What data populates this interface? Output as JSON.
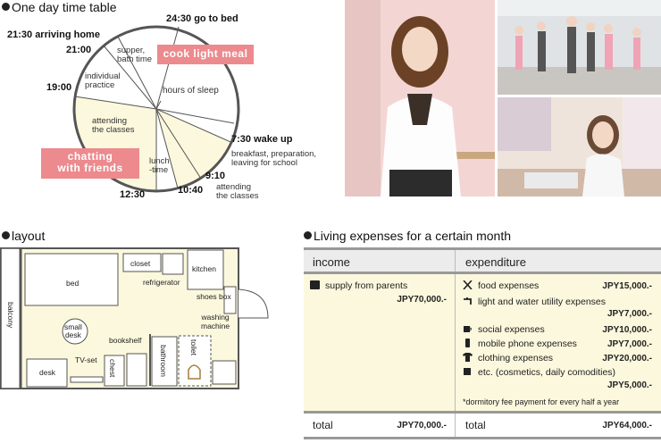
{
  "timetable": {
    "title": "One day time table",
    "times": {
      "t2430": "24:30 go to bed",
      "t2130": "21:30 arriving home",
      "t2100": "21:00",
      "t1900": "19:00",
      "t730": "7:30 wake up",
      "t910": "9:10",
      "t1040": "10:40",
      "t1230": "12:30"
    },
    "segments": {
      "supper": "supper,\nbath time",
      "practice": "individual\npractice",
      "sleep": "hours of sleep",
      "classes1": "attending\nthe classes",
      "lunch": "lunch\n-time",
      "breakfast": "breakfast, preparation,\nleaving for school",
      "classes2": "attending\nthe classes"
    },
    "tags": {
      "cook": "cook light meal",
      "chat": "chatting\nwith friends"
    },
    "colors": {
      "highlight": "#fbf8dd",
      "tag": "#ec8a8e"
    }
  },
  "layout": {
    "title": "layout",
    "rooms": {
      "bed": "bed",
      "closet": "closet",
      "kitchen": "kitchen",
      "refrigerator": "refrigerator",
      "shoes_box": "shoes box",
      "balcony": "balcony",
      "small_desk": "small\ndesk",
      "washing_machine": "washing\nmachine",
      "bookshelf": "bookshelf",
      "tv_set": "TV-set",
      "desk": "desk",
      "chest": "chest",
      "bathroom": "bathroom",
      "toilet": "toilet"
    }
  },
  "expenses": {
    "title": "Living expenses for a certain month",
    "income_header": "income",
    "expenditure_header": "expenditure",
    "income_item": "supply from parents",
    "income_amount": "JPY70,000.-",
    "items": [
      {
        "icon": "fork-knife-icon",
        "label": "food expenses",
        "amount": "JPY15,000.-"
      },
      {
        "icon": "faucet-icon",
        "label": "light and water utility expenses",
        "amount": "JPY7,000.-"
      },
      {
        "icon": "cup-icon",
        "label": "social expenses",
        "amount": "JPY10,000.-"
      },
      {
        "icon": "phone-icon",
        "label": "mobile phone expenses",
        "amount": "JPY7,000.-"
      },
      {
        "icon": "shirt-icon",
        "label": "clothing expenses",
        "amount": "JPY20,000.-"
      },
      {
        "icon": "square-icon",
        "label": "etc. (cosmetics, daily comodities)",
        "amount": "JPY5,000.-"
      }
    ],
    "note": "*dormitory fee payment for every half a year",
    "total_label": "total",
    "income_total": "JPY70,000.-",
    "expenditure_total": "JPY64,000.-",
    "colors": {
      "body_bg": "#fbf8dd",
      "header_bg": "#ececec",
      "rule": "#999999"
    }
  }
}
